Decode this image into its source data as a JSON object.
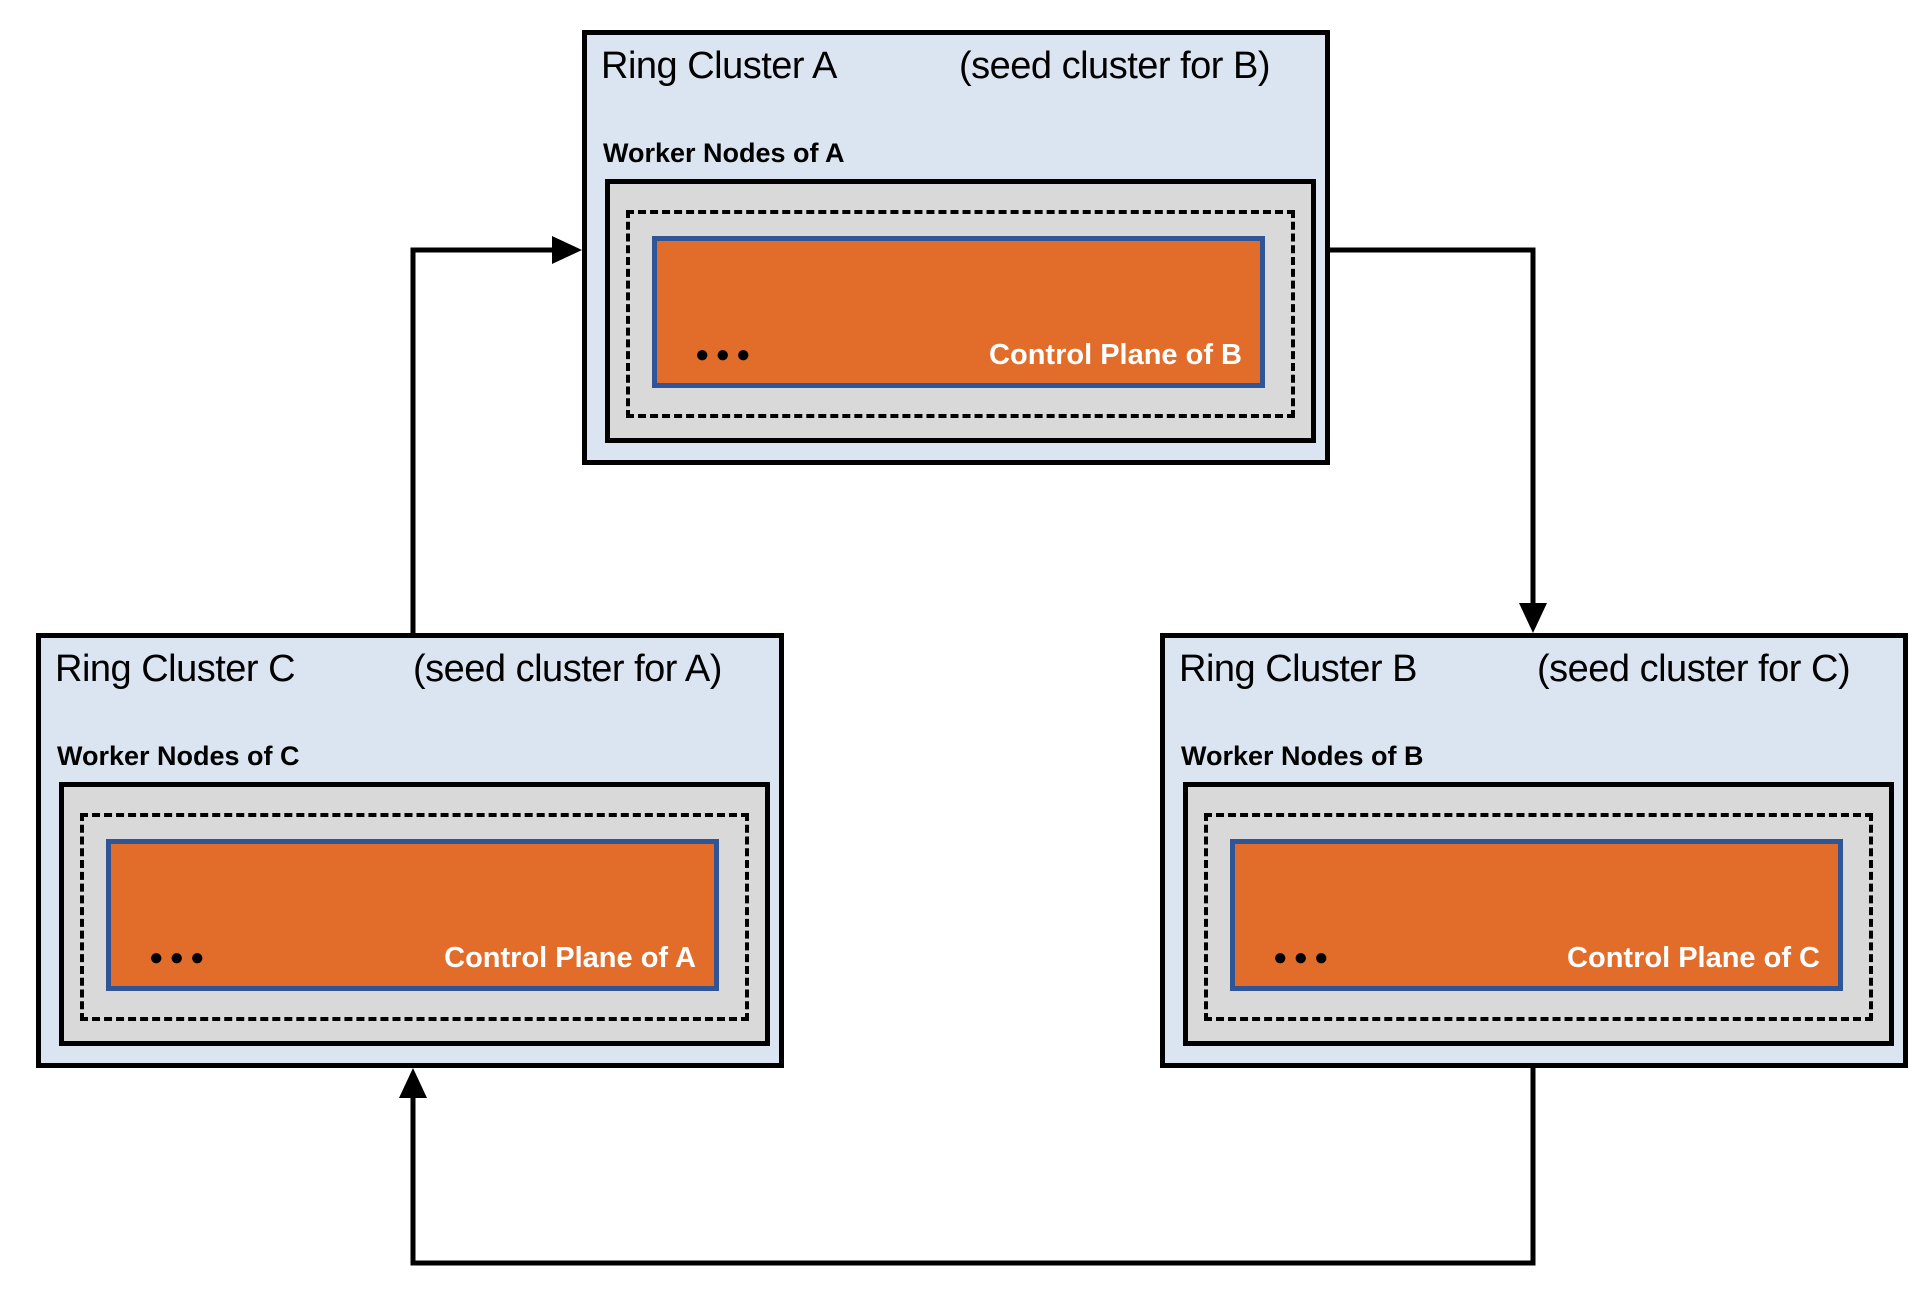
{
  "diagram": {
    "clusters": {
      "a": {
        "title": "Ring Cluster A",
        "subtitle": "(seed cluster for B)",
        "worker_label": "Worker Nodes of A",
        "dots": "●●●",
        "control_plane_label": "Control Plane of B"
      },
      "c": {
        "title": "Ring Cluster C",
        "subtitle": "(seed cluster for A)",
        "worker_label": "Worker Nodes of C",
        "dots": "●●●",
        "control_plane_label": "Control Plane of A"
      },
      "b": {
        "title": "Ring Cluster B",
        "subtitle": "(seed cluster for C)",
        "worker_label": "Worker Nodes of B",
        "dots": "●●●",
        "control_plane_label": "Control Plane of C"
      }
    },
    "edges": [
      {
        "from": "C",
        "to": "A"
      },
      {
        "from": "A",
        "to": "B"
      },
      {
        "from": "B",
        "to": "C"
      }
    ],
    "colors": {
      "cluster_fill": "#dbe5f1",
      "cluster_border": "#000000",
      "worker_fill": "#d9d9d9",
      "control_fill": "#e26c29",
      "control_border": "#2f5597",
      "arrow": "#000000",
      "title_text": "#000000",
      "control_text": "#ffffff"
    }
  }
}
